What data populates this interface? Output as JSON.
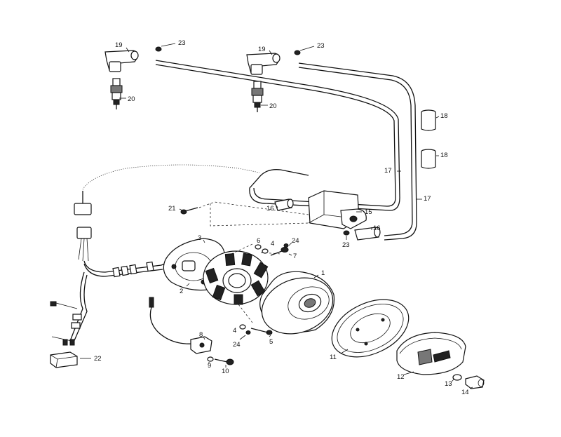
{
  "callouts": [
    {
      "id": "c19a",
      "text": "19"
    },
    {
      "id": "c23a",
      "text": "23"
    },
    {
      "id": "c20a",
      "text": "20"
    },
    {
      "id": "c19b",
      "text": "19"
    },
    {
      "id": "c23b",
      "text": "23"
    },
    {
      "id": "c20b",
      "text": "20"
    },
    {
      "id": "c18a",
      "text": "18"
    },
    {
      "id": "c18b",
      "text": "18"
    },
    {
      "id": "c17a",
      "text": "17"
    },
    {
      "id": "c17b",
      "text": "17"
    },
    {
      "id": "c21",
      "text": "21"
    },
    {
      "id": "c16a",
      "text": "16"
    },
    {
      "id": "c15",
      "text": "15"
    },
    {
      "id": "c16b",
      "text": "16"
    },
    {
      "id": "c23c",
      "text": "23"
    },
    {
      "id": "c3",
      "text": "3"
    },
    {
      "id": "c6",
      "text": "6"
    },
    {
      "id": "c4a",
      "text": "4"
    },
    {
      "id": "c24a",
      "text": "24"
    },
    {
      "id": "c7",
      "text": "7"
    },
    {
      "id": "c2",
      "text": "2"
    },
    {
      "id": "c1",
      "text": "1"
    },
    {
      "id": "c8",
      "text": "8"
    },
    {
      "id": "c4b",
      "text": "4"
    },
    {
      "id": "c5",
      "text": "5"
    },
    {
      "id": "c24b",
      "text": "24"
    },
    {
      "id": "c9",
      "text": "9"
    },
    {
      "id": "c10",
      "text": "10"
    },
    {
      "id": "c22",
      "text": "22"
    },
    {
      "id": "c11",
      "text": "11"
    },
    {
      "id": "c12",
      "text": "12"
    },
    {
      "id": "c13",
      "text": "13"
    },
    {
      "id": "c14",
      "text": "14"
    }
  ]
}
